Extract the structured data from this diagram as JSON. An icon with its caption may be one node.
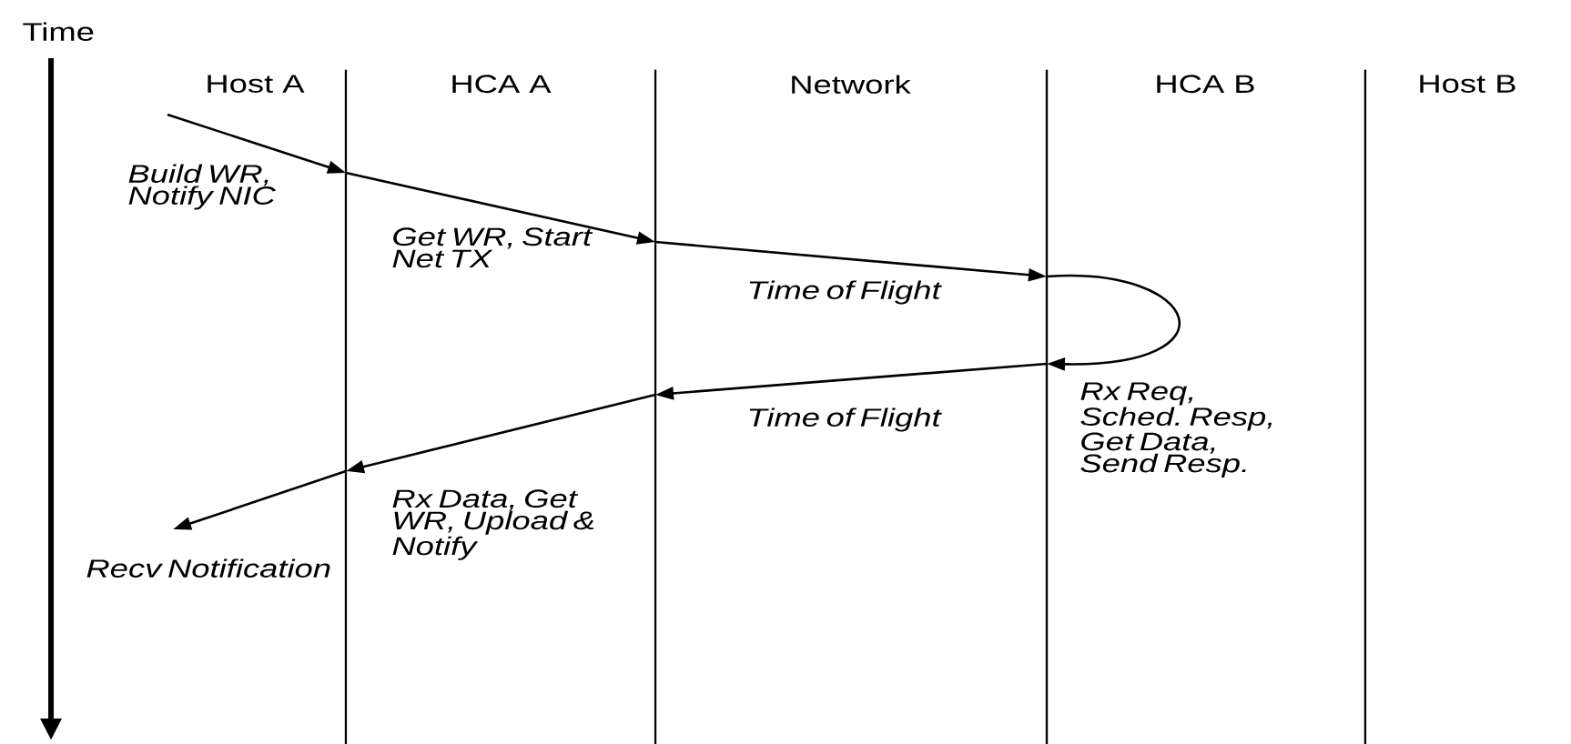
{
  "diagram": {
    "nodes": [
      {
        "text": [],
        "shape": "line"
      },
      {
        "text": [],
        "shape": "line"
      },
      {
        "text": [],
        "shape": "line"
      },
      {
        "text": [],
        "shape": "line"
      }
    ],
    "edges": [
      {
        "from": null,
        "to": 0,
        "arrow": "to"
      },
      {
        "from": 0,
        "to": 1,
        "arrow": "to"
      },
      {
        "from": 1,
        "to": 2,
        "arrow": "to"
      },
      {
        "from": 2,
        "to": 2,
        "arrow": "to"
      },
      {
        "from": 2,
        "to": 1,
        "arrow": "to"
      },
      {
        "from": 1,
        "to": 0,
        "arrow": "to"
      },
      {
        "from": 0,
        "to": null,
        "arrow": "to"
      }
    ],
    "labels": [
      "Time",
      "Host A",
      "HCA A",
      "Network",
      "HCA B",
      "Host B",
      "Build WR, Notify NIC",
      "Get WR, Start Net TX",
      "Time of Flight",
      "Time of Flight",
      "Rx Req, Sched. Resp, Get Data, Send Resp.",
      "Rx Data, Get WR, Upload & Notify",
      "Recv Notification"
    ]
  }
}
